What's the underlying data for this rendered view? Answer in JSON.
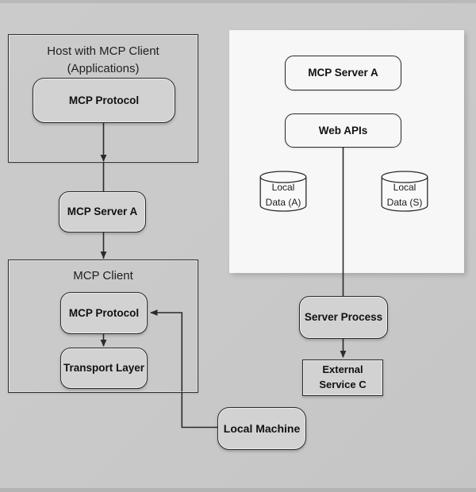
{
  "colors": {
    "background": "#c9c9c9",
    "panel_background": "#f7f7f7",
    "node_fill_gray": "#d2d2d2",
    "node_fill_white": "#f7f7f7",
    "border": "#2b2b2b",
    "line": "#2b2b2b",
    "text": "#1a1a1a"
  },
  "host": {
    "title_line1": "Host with MCP Client",
    "title_line2": "(Applications)",
    "protocol": "MCP Protocol"
  },
  "server_a": {
    "label": "MCP Server A"
  },
  "client": {
    "title": "MCP Client",
    "protocol": "MCP Protocol",
    "transport": "Transport Layer"
  },
  "panel": {
    "server": "MCP Server A",
    "web_apis": "Web APIs",
    "data_a_line1": "Local",
    "data_a_line2": "Data (A)",
    "data_s_line1": "Local",
    "data_s_line2": "Data (S)"
  },
  "process": {
    "label": "Server Process"
  },
  "external": {
    "line1": "External",
    "line2": "Service C"
  },
  "machine": {
    "label": "Local Machine"
  }
}
